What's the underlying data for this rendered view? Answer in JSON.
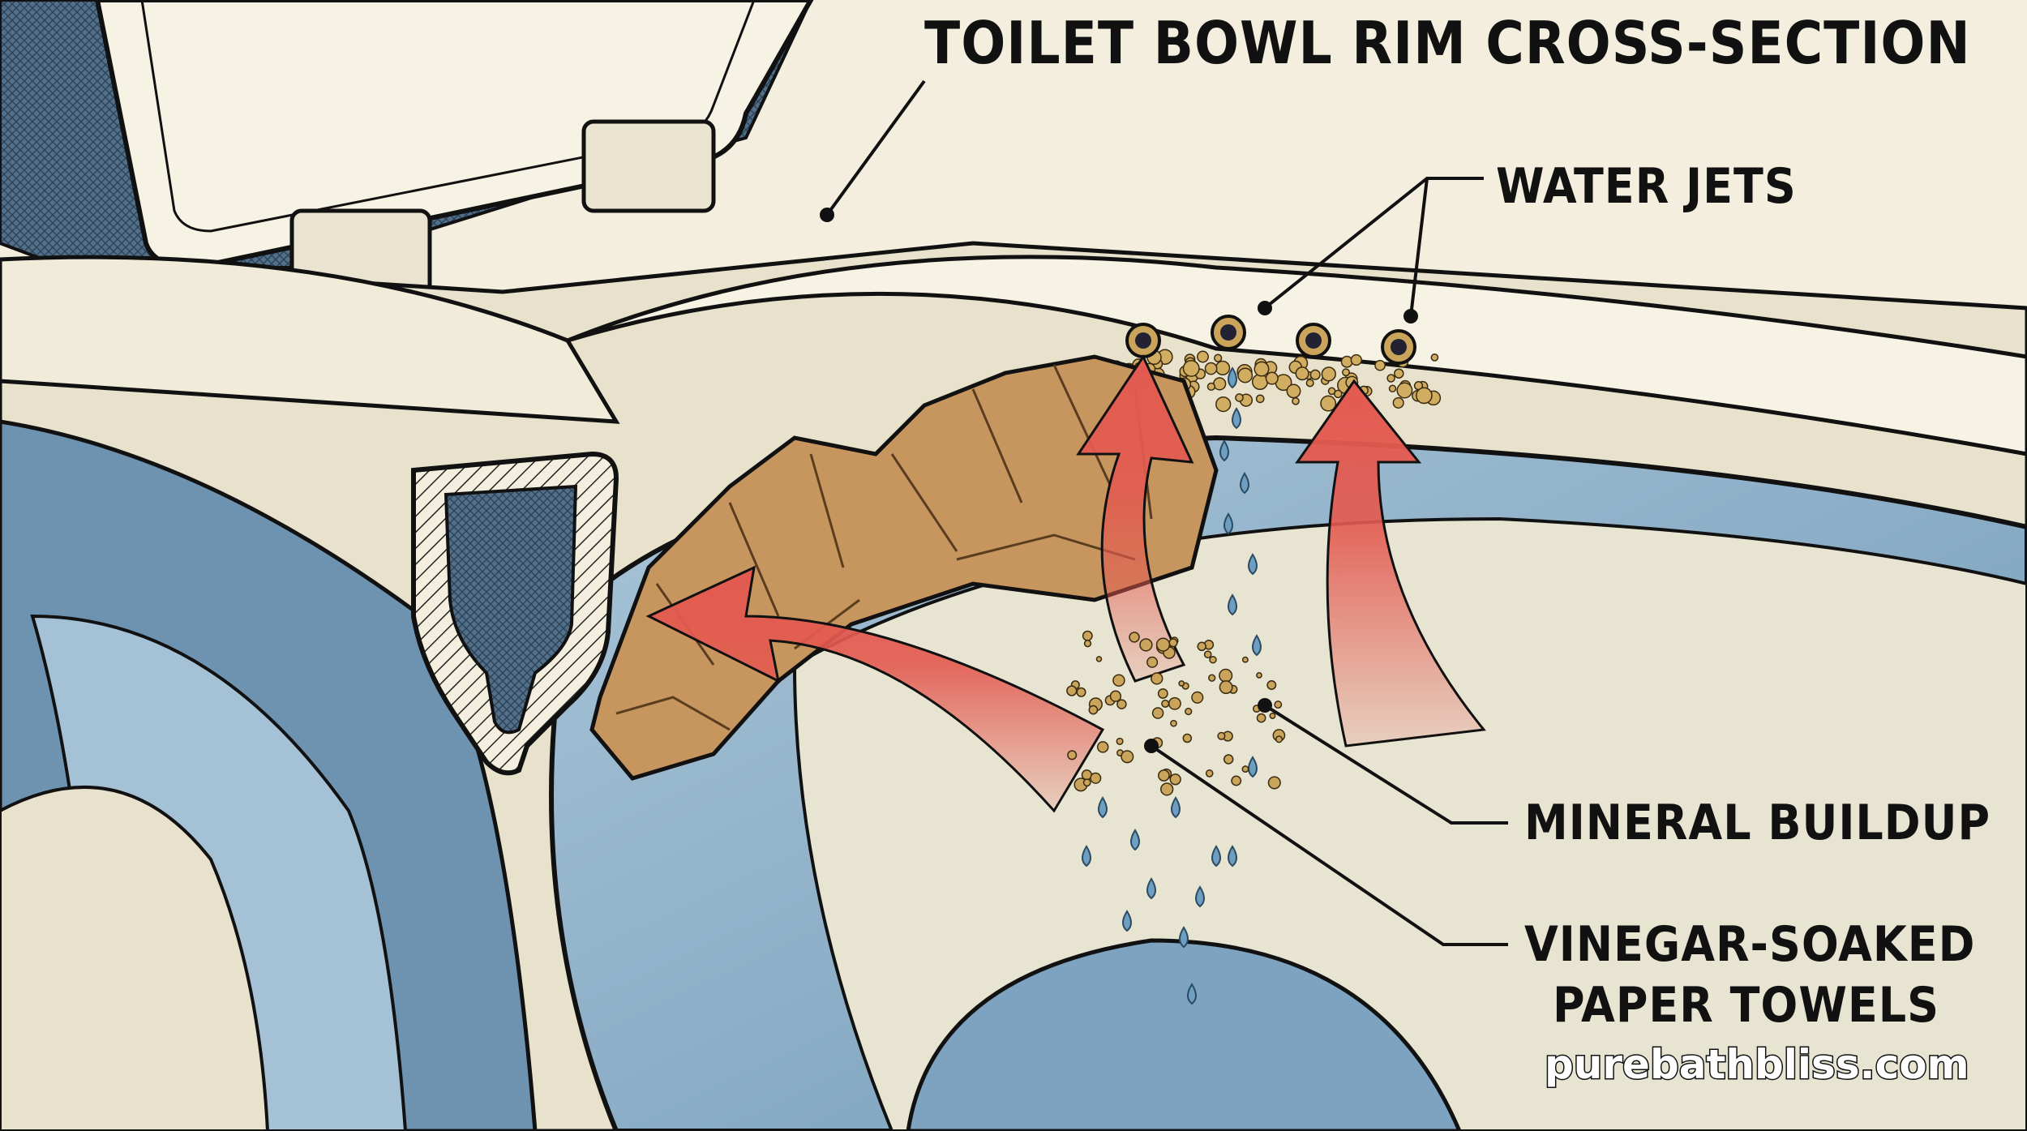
{
  "title": "TOILET BOWL RIM CROSS-SECTION",
  "labels": {
    "water_jets": "WATER JETS",
    "mineral_buildup": "MINERAL BUILDUP",
    "paper_towels_line1": "VINEGAR-SOAKED",
    "paper_towels_line2": "PAPER TOWELS"
  },
  "watermark": "purebathbliss.com",
  "colors": {
    "background": "#f3eedd",
    "porcelain": "#f1ecd9",
    "water_blue": "#8fb3cc",
    "deep_blue": "#4f7896",
    "arrow_red": "#e35a50",
    "paper_towel": "#c7955e",
    "mineral": "#c9a45a",
    "ink": "#111111"
  }
}
